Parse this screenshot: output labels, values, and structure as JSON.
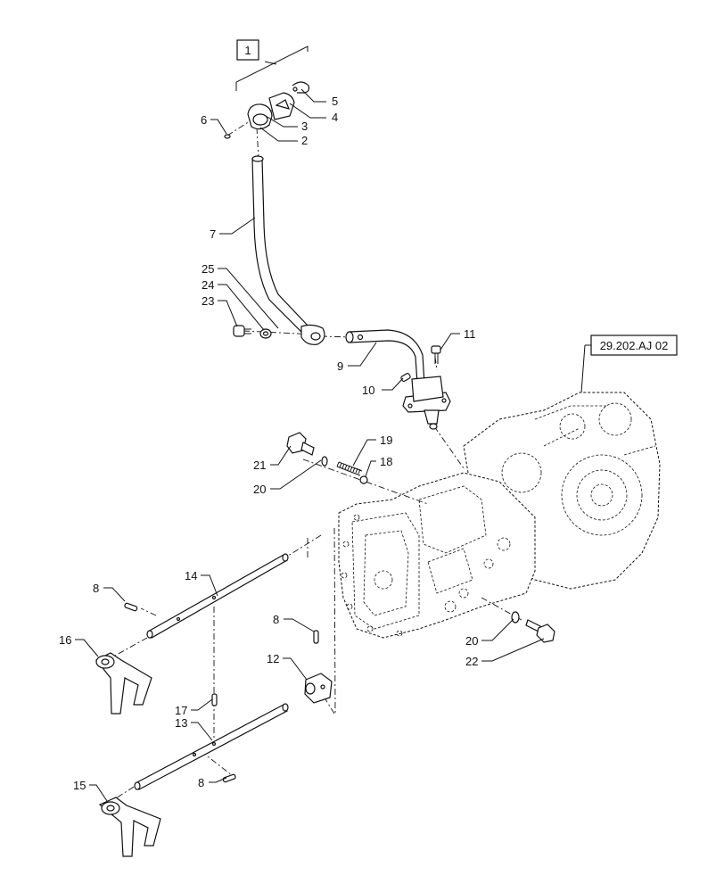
{
  "group_label": "1",
  "reference": "29.202.AJ 02",
  "callouts": {
    "c1": "1",
    "c2": "2",
    "c3": "3",
    "c4": "4",
    "c5": "5",
    "c6": "6",
    "c7": "7",
    "c8a": "8",
    "c8b": "8",
    "c8c": "8",
    "c9": "9",
    "c10": "10",
    "c11": "11",
    "c12": "12",
    "c13": "13",
    "c14": "14",
    "c15": "15",
    "c16": "16",
    "c17": "17",
    "c18": "18",
    "c19": "19",
    "c20a": "20",
    "c20b": "20",
    "c21": "21",
    "c22": "22",
    "c23": "23",
    "c24": "24",
    "c25": "25"
  }
}
